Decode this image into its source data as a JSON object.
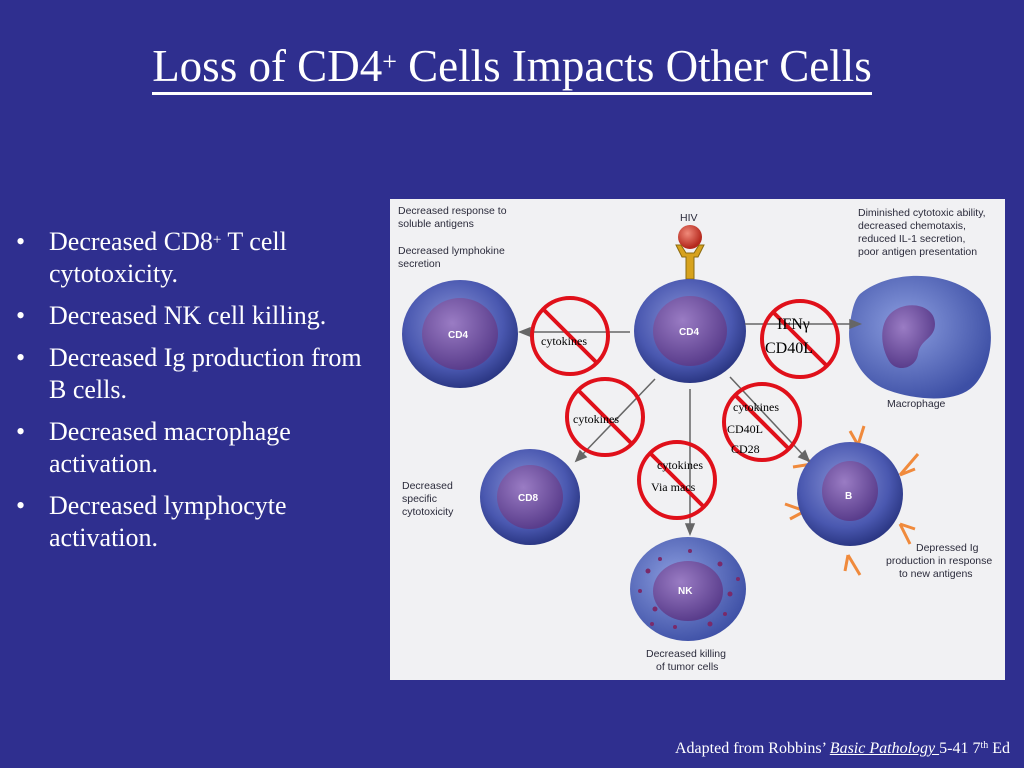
{
  "slide": {
    "title_main": "Loss of CD4",
    "title_sup": "+",
    "title_rest": " Cells Impacts Other Cells"
  },
  "bullets": [
    {
      "text_before": "Decreased CD8",
      "sup": "+",
      "text_after": " T cell cytotoxicity."
    },
    {
      "text_before": "Decreased NK cell killing.",
      "sup": "",
      "text_after": ""
    },
    {
      "text_before": "Decreased Ig production from B cells.",
      "sup": "",
      "text_after": ""
    },
    {
      "text_before": "Decreased macrophage activation.",
      "sup": "",
      "text_after": ""
    },
    {
      "text_before": "Decreased lymphocyte activation.",
      "sup": "",
      "text_after": ""
    }
  ],
  "bullet_glyph": "•",
  "figure": {
    "top_left_1": "Decreased response to",
    "top_left_2": "soluble antigens",
    "top_left_3": "Decreased lymphokine",
    "top_left_4": "secretion",
    "hiv": "HIV",
    "cd4_left": "CD4",
    "cd4_center": "CD4",
    "cd8": "CD8",
    "nk": "NK",
    "b": "B",
    "top_right_1": "Diminished cytotoxic ability,",
    "top_right_2": "decreased chemotaxis,",
    "top_right_3": "reduced IL-1 secretion,",
    "top_right_4": "poor antigen presentation",
    "macrophage": "Macrophage",
    "cd8_1": "Decreased",
    "cd8_2": "specific",
    "cd8_3": "cytotoxicity",
    "b_1": "Depressed Ig",
    "b_2": "production in response",
    "b_3": "to new antigens",
    "nk_1": "Decreased killing",
    "nk_2": "of tumor cells",
    "block_1": "cytokines",
    "block_2a": "IFNγ",
    "block_2b": "CD40L",
    "block_3": "cytokines",
    "block_4a": "cytokines",
    "block_4b": "CD40L",
    "block_4c": "CD28",
    "block_5a": "cytokines",
    "block_5b": "Via macs"
  },
  "colors": {
    "background": "#2f2f8f",
    "block_red": "#e0101a",
    "cell_blue": "#3c4fa6",
    "nucleus_purple": "#6a4b9a",
    "receptor_gold": "#d7a21d",
    "b_spike_orange": "#f08a3c"
  },
  "footer": {
    "prefix": "Adapted from Robbins’ ",
    "book": "Basic Pathology ",
    "suffix": "5-41 7",
    "sup": "th",
    "end": " Ed"
  }
}
